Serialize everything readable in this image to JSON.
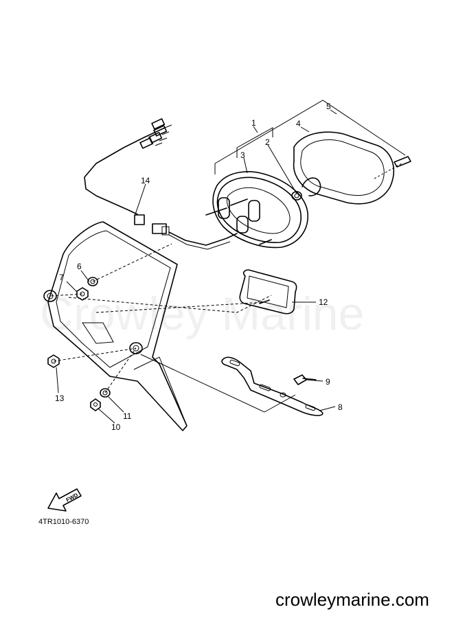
{
  "watermark": "Crowley Marine",
  "diagram_code": "4TR1010-6370",
  "website": "crowleymarine.com",
  "fwd_label": "FWD",
  "callouts": [
    "1",
    "2",
    "3",
    "4",
    "5",
    "6",
    "7",
    "8",
    "9",
    "10",
    "11",
    "12",
    "13",
    "14"
  ]
}
